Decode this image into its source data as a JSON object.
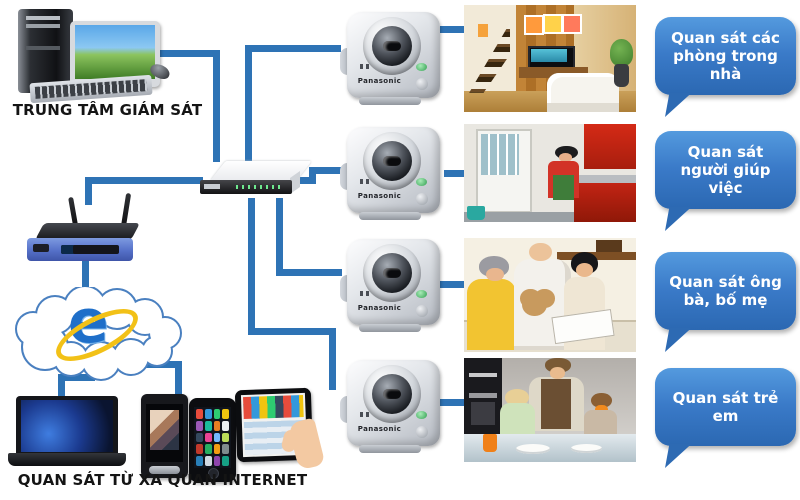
{
  "diagram": {
    "labels": {
      "monitoring_center": "TRUNG TÂM GIÁM SÁT",
      "remote_access": "QUAN SÁT TỪ XA QUAN INTERNET"
    },
    "bubbles": [
      {
        "text": "Quan sát các phòng trong nhà"
      },
      {
        "text": "Quan sát người giúp việc"
      },
      {
        "text": "Quan sát ông bà, bố mẹ"
      },
      {
        "text": "Quan sát trẻ em"
      }
    ],
    "camera": {
      "brand": "Panasonic"
    },
    "ie_logo_letter": "e",
    "nodes": {
      "monitoring_pc": "desktop-computer",
      "network_switch": "ethernet-switch",
      "wireless_router": "wireless-router",
      "internet": "internet-cloud",
      "remote_devices": [
        "laptop",
        "smartphone",
        "iphone",
        "tablet-with-hand"
      ],
      "cameras": 4,
      "scenes": [
        "living-room",
        "kitchen-housekeeper",
        "grandparents-reading",
        "children-eating"
      ]
    },
    "colors": {
      "connection_line": "#2e73b5",
      "cloud_outline": "#4a80c0",
      "bubble_top": "#549ade",
      "bubble_bottom": "#2b68b2",
      "bubble_text": "#ffffff",
      "label_text": "#141414"
    }
  }
}
